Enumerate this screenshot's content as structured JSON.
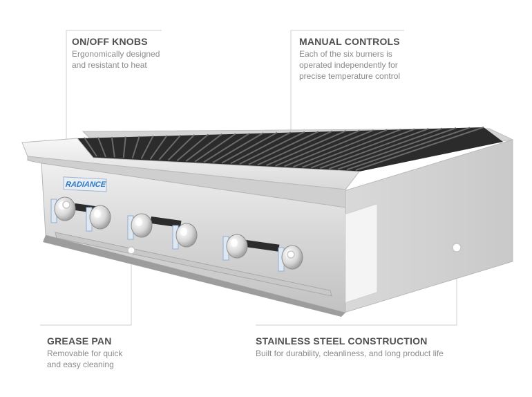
{
  "brand": {
    "name": "RADIANCE",
    "color": "#2a78c2"
  },
  "callouts": {
    "knobs": {
      "title": "ON/OFF KNOBS",
      "text": "Ergonomically designed\nand resistant to heat"
    },
    "manual": {
      "title": "MANUAL CONTROLS",
      "text": "Each of the six burners is\noperated independently for\nprecise temperature control"
    },
    "grease": {
      "title": "GREASE PAN",
      "text": "Removable for quick\nand easy cleaning"
    },
    "steel": {
      "title": "STAINLESS STEEL CONSTRUCTION",
      "text": "Built for durability, cleanliness, and long product life"
    }
  },
  "colors": {
    "heading": "#4f4f4f",
    "body": "#8a8a8a",
    "leader": "#cfcfcf",
    "steel_light": "#e6e6e6",
    "steel_dark": "#b7b7b7",
    "grate": "#2b2b2b"
  },
  "product": {
    "burner_count": 6,
    "knob_count": 6
  }
}
